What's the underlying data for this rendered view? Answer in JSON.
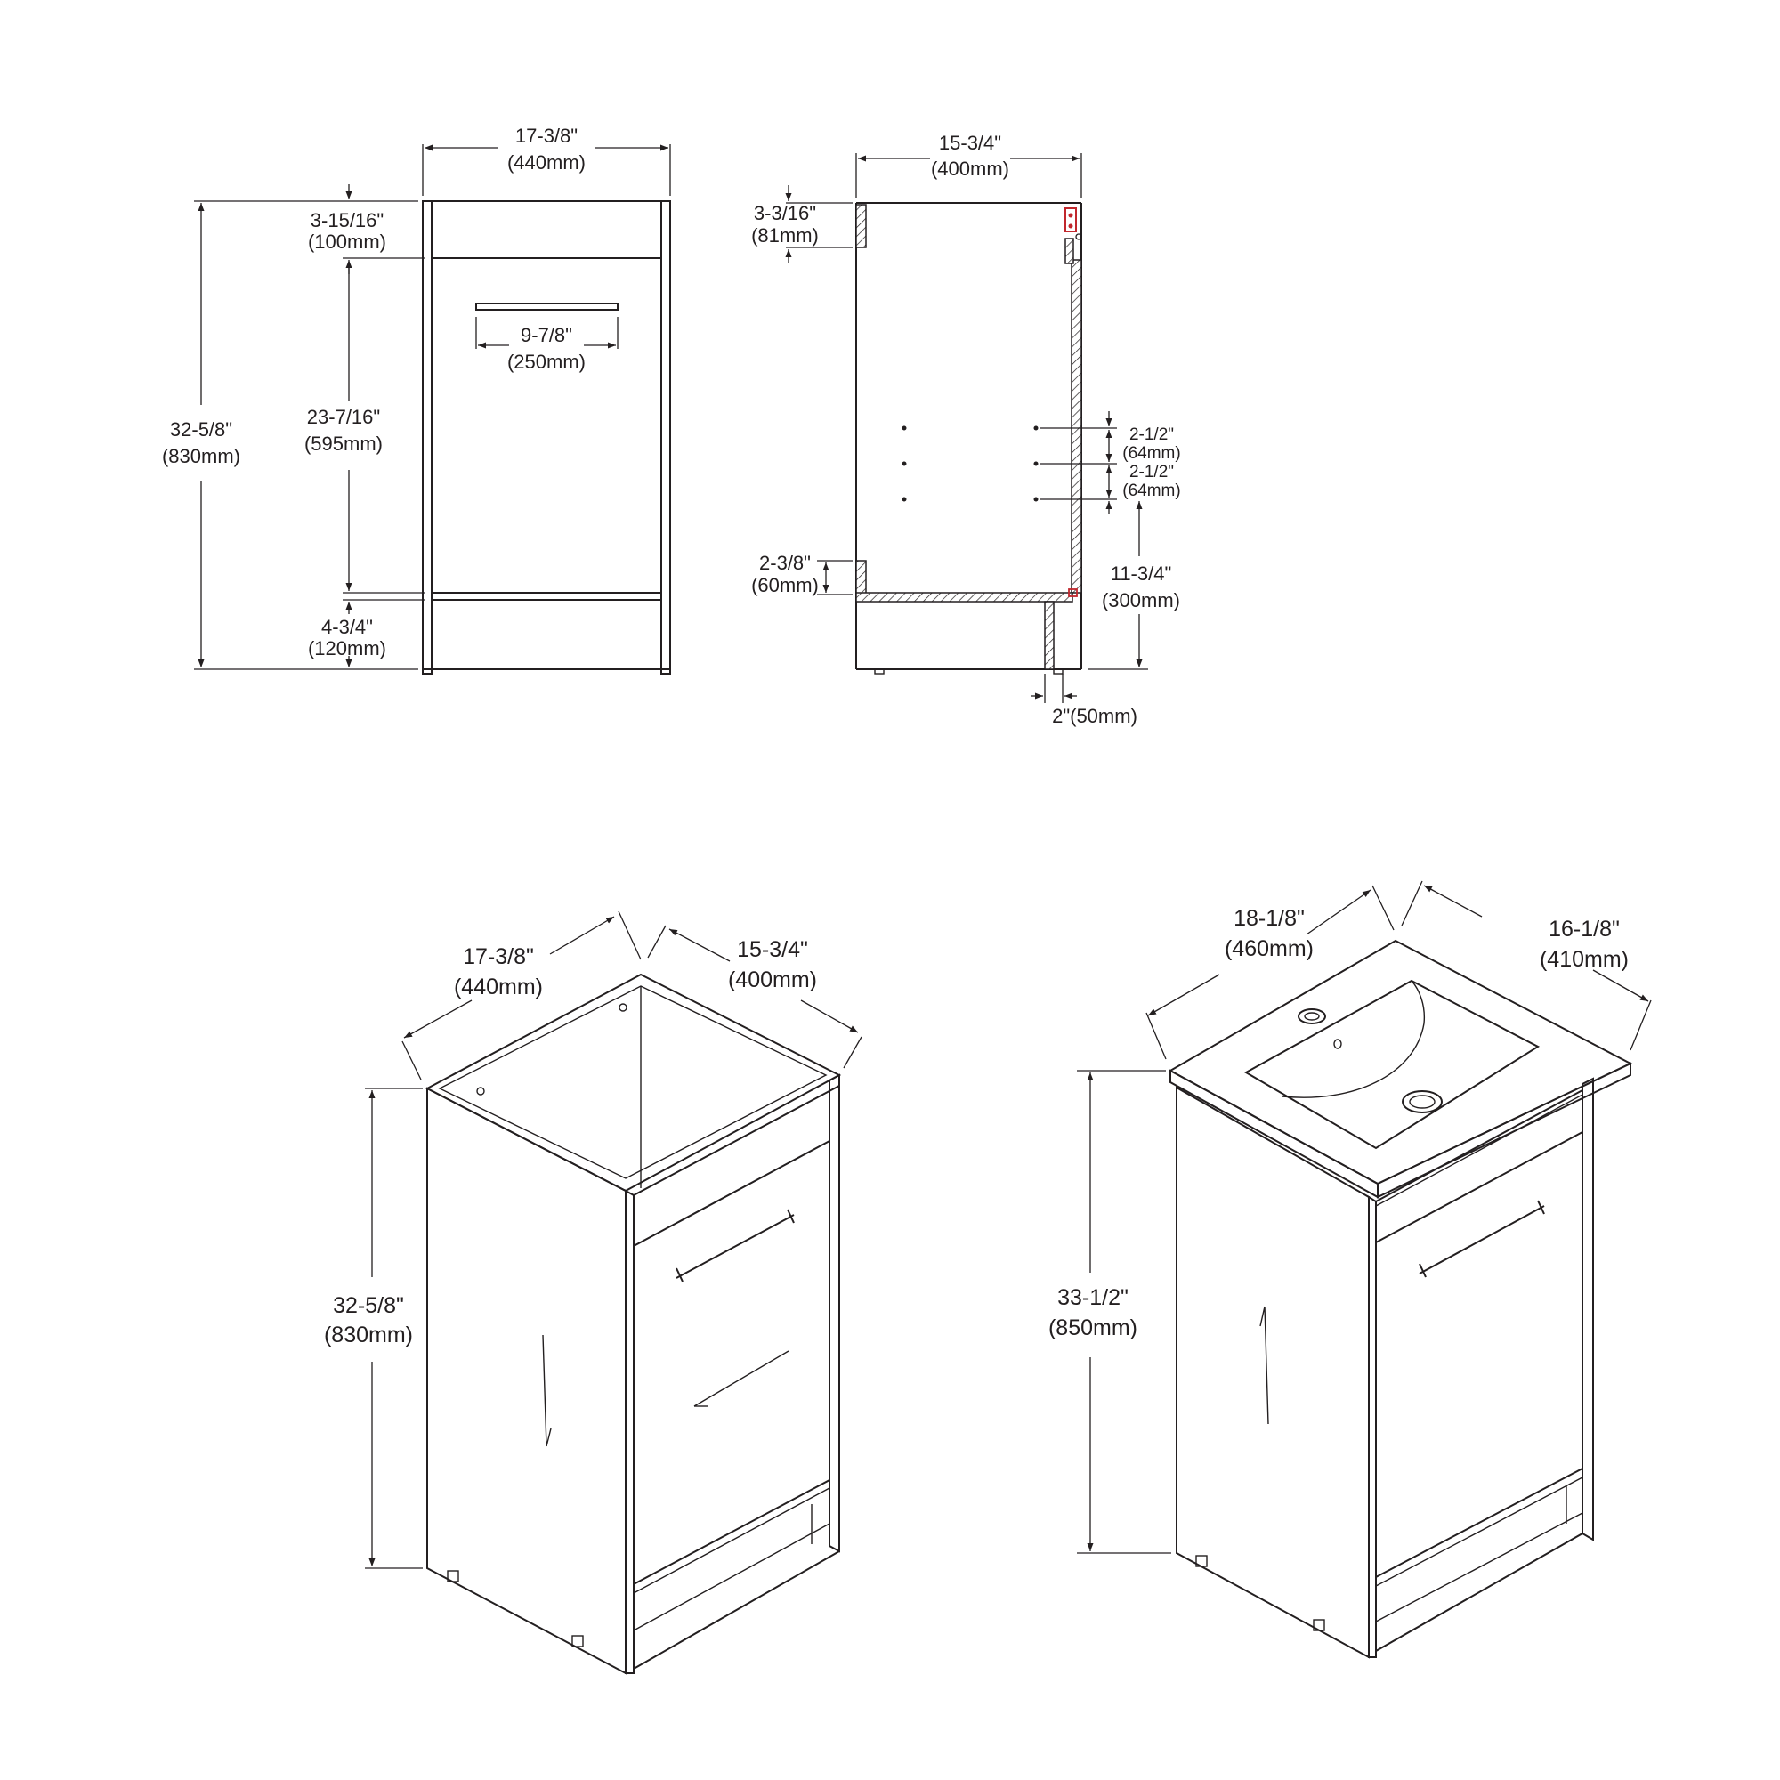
{
  "front_view": {
    "overall_width": "17-3/8\"",
    "overall_width_mm": "(440mm)",
    "top_gap": "3-15/16\"",
    "top_gap_mm": "(100mm)",
    "handle_width": "9-7/8\"",
    "handle_width_mm": "(250mm)",
    "door_height": "23-7/16\"",
    "door_height_mm": "(595mm)",
    "overall_height": "32-5/8\"",
    "overall_height_mm": "(830mm)",
    "toe_kick": "4-3/4\"",
    "toe_kick_mm": "(120mm)"
  },
  "side_view": {
    "depth": "15-3/4\"",
    "depth_mm": "(400mm)",
    "top_rail": "3-3/16\"",
    "top_rail_mm": "(81mm)",
    "hole_spacing_1": "2-1/2\"",
    "hole_spacing_1_mm": "(64mm)",
    "hole_spacing_2": "2-1/2\"",
    "hole_spacing_2_mm": "(64mm)",
    "bottom_rail": "2-3/8\"",
    "bottom_rail_mm": "(60mm)",
    "shelf_height": "11-3/4\"",
    "shelf_height_mm": "(300mm)",
    "back_setback": "2\"(50mm)"
  },
  "cabinet_iso": {
    "width": "17-3/8\"",
    "width_mm": "(440mm)",
    "depth": "15-3/4\"",
    "depth_mm": "(400mm)",
    "height": "32-5/8\"",
    "height_mm": "(830mm)"
  },
  "vanity_iso": {
    "width": "18-1/8\"",
    "width_mm": "(460mm)",
    "depth": "16-1/8\"",
    "depth_mm": "(410mm)",
    "height": "33-1/2\"",
    "height_mm": "(850mm)"
  }
}
